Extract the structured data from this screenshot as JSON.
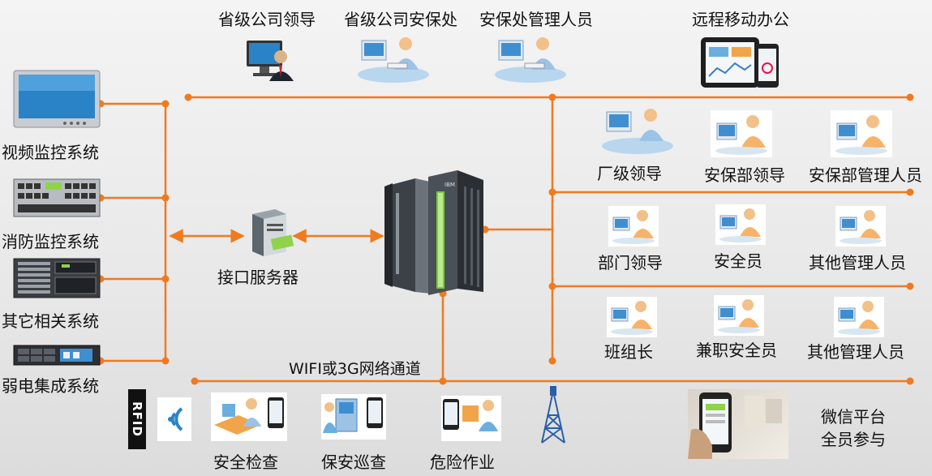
{
  "top": {
    "provincial_leader": "省级公司领导",
    "provincial_security_office": "省级公司安保处",
    "security_office_staff": "安保处管理人员",
    "remote_mobile_office": "远程移动办公"
  },
  "left_systems": {
    "video": "视频监控系统",
    "fire": "消防监控系统",
    "other": "其它相关系统",
    "weak_current": "弱电集成系统"
  },
  "center": {
    "interface_server": "接口服务器",
    "network_channel": "WIFI或3G网络通道"
  },
  "right": {
    "factory_leader": "厂级领导",
    "security_dept_leader": "安保部领导",
    "security_dept_staff": "安保部管理人员",
    "dept_leader": "部门领导",
    "safety_officer": "安全员",
    "other_staff_1": "其他管理人员",
    "team_leader": "班组长",
    "part_time_safety": "兼职安全员",
    "other_staff_2": "其他管理人员"
  },
  "bottom": {
    "rfid": "RFID",
    "safety_check": "安全检查",
    "security_patrol": "保安巡查",
    "hazardous_work": "危险作业",
    "wechat_line1": "微信平台",
    "wechat_line2": "全员参与"
  },
  "colors": {
    "line": "#f07a1e",
    "screen": "#2a83c6",
    "accent_green": "#8fd34a"
  }
}
